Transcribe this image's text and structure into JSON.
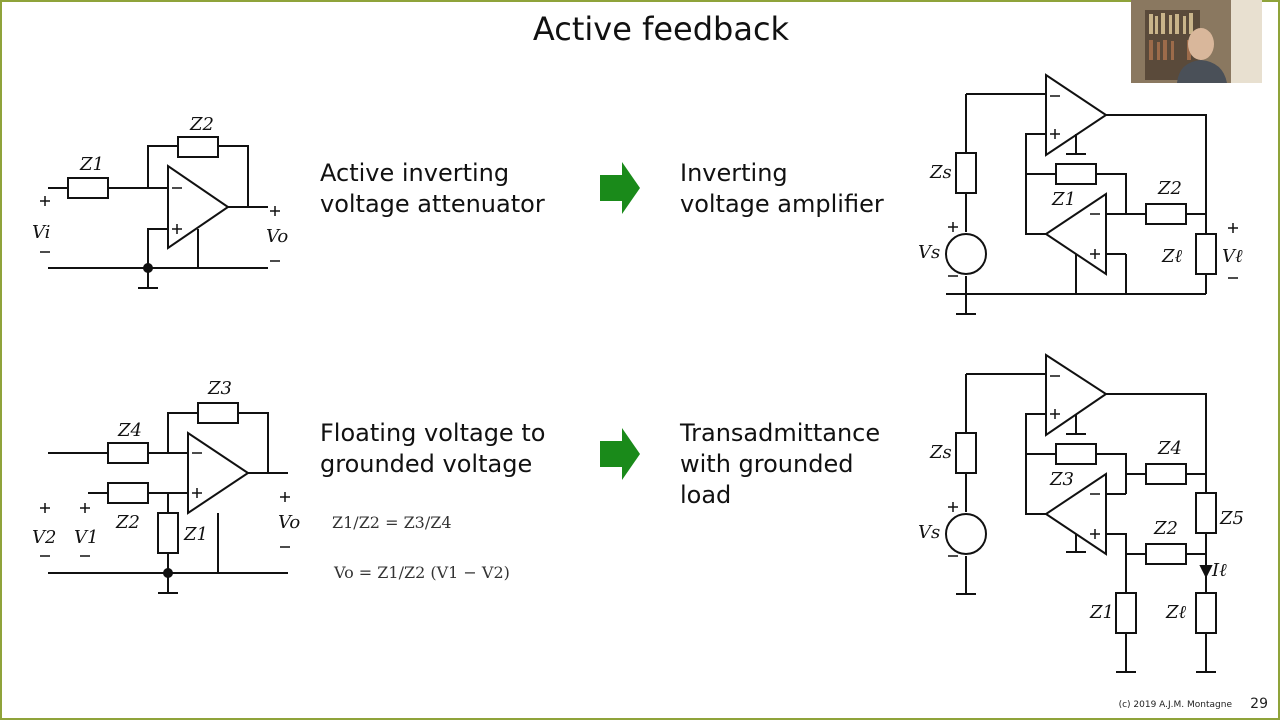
{
  "slide": {
    "title": "Active feedback",
    "page_number": "29",
    "footer": "(c) 2019 A.J.M. Montagne"
  },
  "rows": [
    {
      "left_label": "Active inverting\nvoltage attenuator",
      "right_label": "Inverting\nvoltage amplifier"
    },
    {
      "left_label": "Floating voltage to\ngrounded voltage",
      "right_label": "Transadmittance\nwith grounded\nload"
    }
  ],
  "arrow_color": "#1a8a1a",
  "circuit_labels": {
    "c1": {
      "z1": "Z1",
      "z2": "Z2",
      "vi": "Vi",
      "vo": "Vo"
    },
    "c2": {
      "z1": "Z1",
      "z2": "Z2",
      "zs": "Zs",
      "zl": "Zℓ",
      "vs": "Vs",
      "vl": "Vℓ"
    },
    "c3": {
      "z1": "Z1",
      "z2": "Z2",
      "z3": "Z3",
      "z4": "Z4",
      "v1": "V1",
      "v2": "V2",
      "vo": "Vo"
    },
    "c4": {
      "z1": "Z1",
      "z2": "Z2",
      "z3": "Z3",
      "z4": "Z4",
      "z5": "Z5",
      "zs": "Zs",
      "zl": "Zℓ",
      "vs": "Vs",
      "il": "Iℓ"
    }
  },
  "equations": {
    "ratio": "Z1/Z2 = Z3/Z4",
    "output": "Vo = Z1/Z2 (V1 − V2)"
  },
  "webcam": {
    "description": "presenter video"
  }
}
